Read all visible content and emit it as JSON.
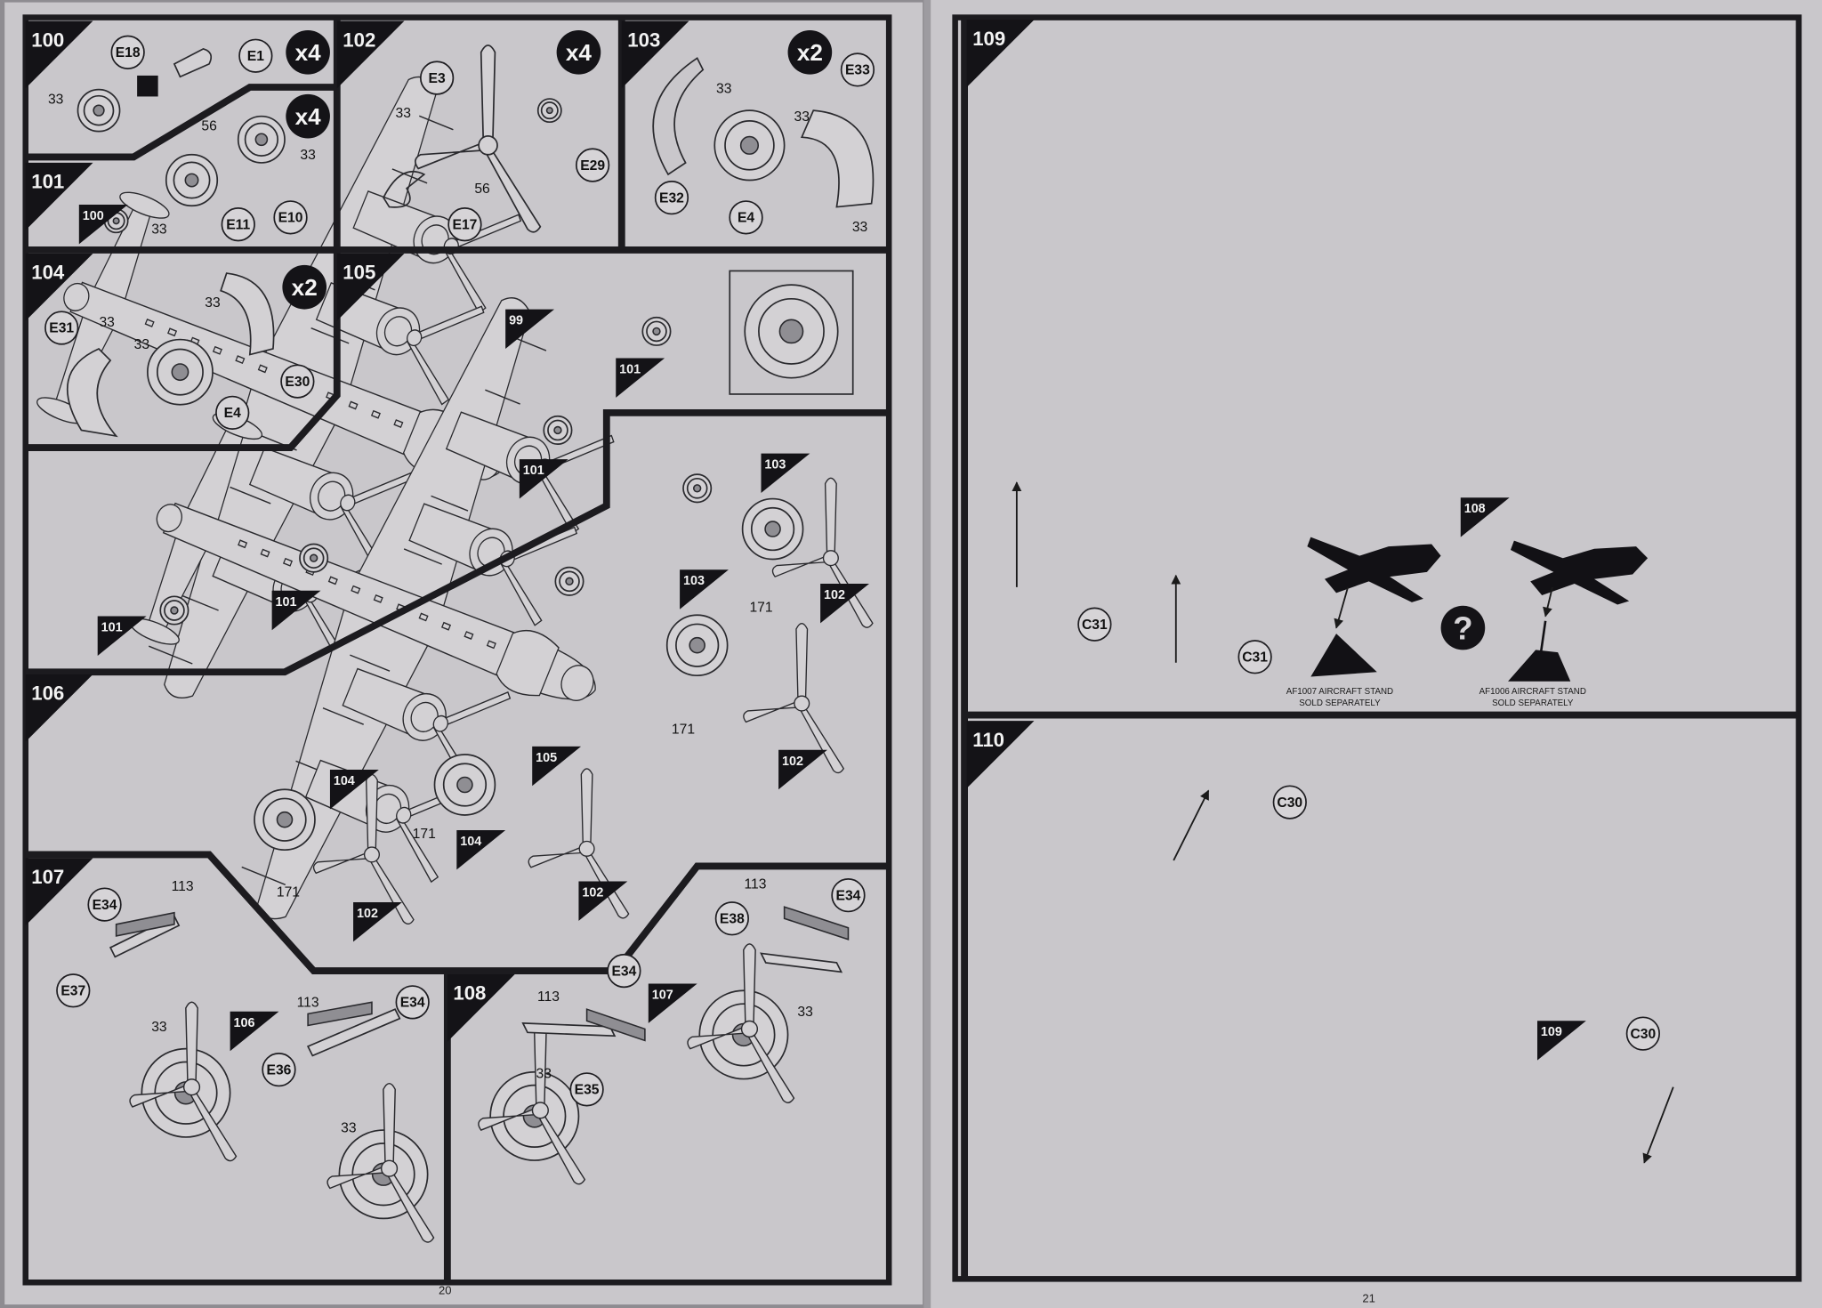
{
  "pages": [
    {
      "number": "20"
    },
    {
      "number": "21"
    }
  ],
  "step100": {
    "number": "100",
    "qty": "x4",
    "parts": [
      "E18",
      "E1",
      "33"
    ]
  },
  "step101": {
    "number": "101",
    "qty": "x4",
    "parts": [
      "56",
      "33",
      "E11",
      "E10",
      "33"
    ],
    "refs": [
      "100"
    ]
  },
  "step102": {
    "number": "102",
    "qty": "x4",
    "parts": [
      "E3",
      "33",
      "E29",
      "56",
      "E17"
    ]
  },
  "step103": {
    "number": "103",
    "qty": "x2",
    "parts": [
      "E33",
      "33",
      "33",
      "E32",
      "E4",
      "33"
    ]
  },
  "step104": {
    "number": "104",
    "qty": "x2",
    "parts": [
      "E31",
      "33",
      "33",
      "33",
      "E30",
      "E4"
    ]
  },
  "step105": {
    "number": "105",
    "refs": [
      "99",
      "101",
      "101",
      "101",
      "101"
    ]
  },
  "step106": {
    "number": "106",
    "parts": [
      "171",
      "171",
      "171",
      "171"
    ],
    "refs": [
      "103",
      "102",
      "103",
      "102",
      "105",
      "104",
      "104",
      "102",
      "102"
    ]
  },
  "step107": {
    "number": "107",
    "parts": [
      "E34",
      "113",
      "E37",
      "33",
      "113",
      "E34",
      "E36",
      "33"
    ],
    "refs": [
      "106"
    ]
  },
  "step108": {
    "number": "108",
    "parts": [
      "E34",
      "113",
      "33",
      "E35",
      "113",
      "E34",
      "E38",
      "33"
    ],
    "refs": [
      "107"
    ]
  },
  "step109": {
    "number": "109",
    "parts": [
      "C31",
      "C31"
    ],
    "refs": [
      "108"
    ],
    "stands": [
      {
        "code": "AF1007 AIRCRAFT STAND",
        "note": "SOLD SEPARATELY"
      },
      {
        "code": "AF1006 AIRCRAFT STAND",
        "note": "SOLD SEPARATELY"
      }
    ],
    "icon": "question-mark-icon"
  },
  "step110": {
    "number": "110",
    "parts": [
      "C30",
      "C30"
    ],
    "refs": [
      "109"
    ]
  }
}
